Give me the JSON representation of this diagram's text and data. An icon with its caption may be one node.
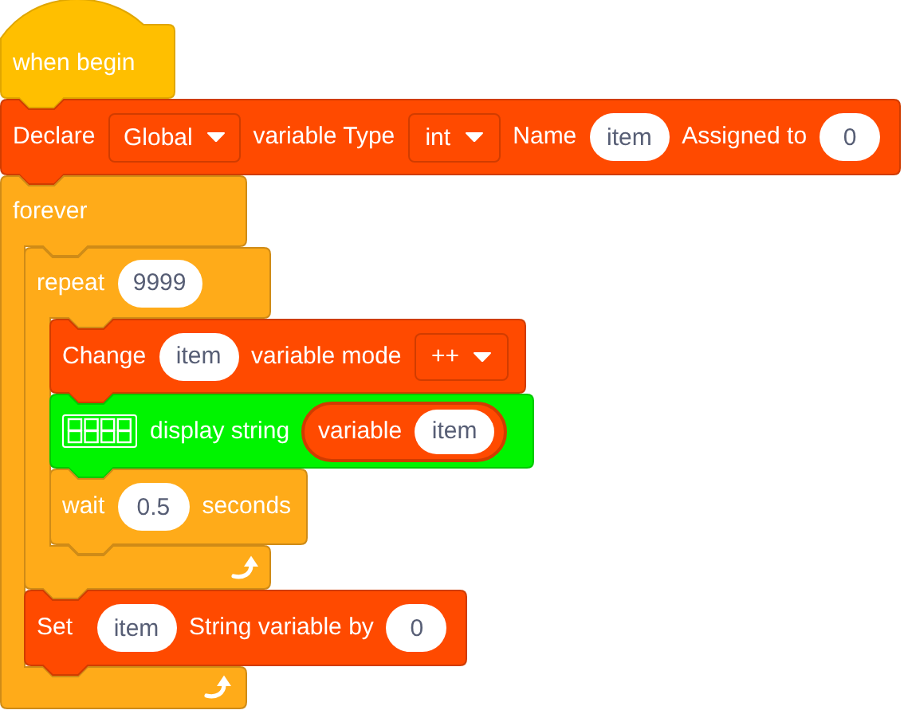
{
  "diagram": {
    "nodes": [
      {
        "text": [
          "when begin"
        ]
      },
      {
        "text": [
          "Declare",
          "variable Type",
          "Name",
          "Assigned to"
        ]
      },
      {
        "text": [
          "Global"
        ],
        "in": 1
      },
      {
        "text": [
          "int"
        ],
        "in": 1
      },
      {
        "text": [
          "item"
        ],
        "in": 1
      },
      {
        "text": [
          "0"
        ],
        "in": 1
      },
      {
        "text": [
          "forever"
        ]
      },
      {
        "text": [
          "repeat"
        ]
      },
      {
        "text": [
          "9999"
        ],
        "in": 7
      },
      {
        "text": [
          "Change",
          "variable mode"
        ]
      },
      {
        "text": [
          "item"
        ],
        "in": 9
      },
      {
        "text": [
          "++"
        ],
        "in": 9
      },
      {
        "text": [
          "display string"
        ]
      },
      {
        "text": [
          "variable"
        ],
        "in": 12
      },
      {
        "text": [
          "item"
        ],
        "in": 13
      },
      {
        "text": [
          "wait",
          "seconds"
        ]
      },
      {
        "text": [
          "0.5"
        ],
        "in": 15
      },
      {
        "text": [
          "Set",
          "String variable by"
        ]
      },
      {
        "text": [
          "item"
        ],
        "in": 17
      },
      {
        "text": [
          "0"
        ],
        "in": 17
      }
    ]
  }
}
